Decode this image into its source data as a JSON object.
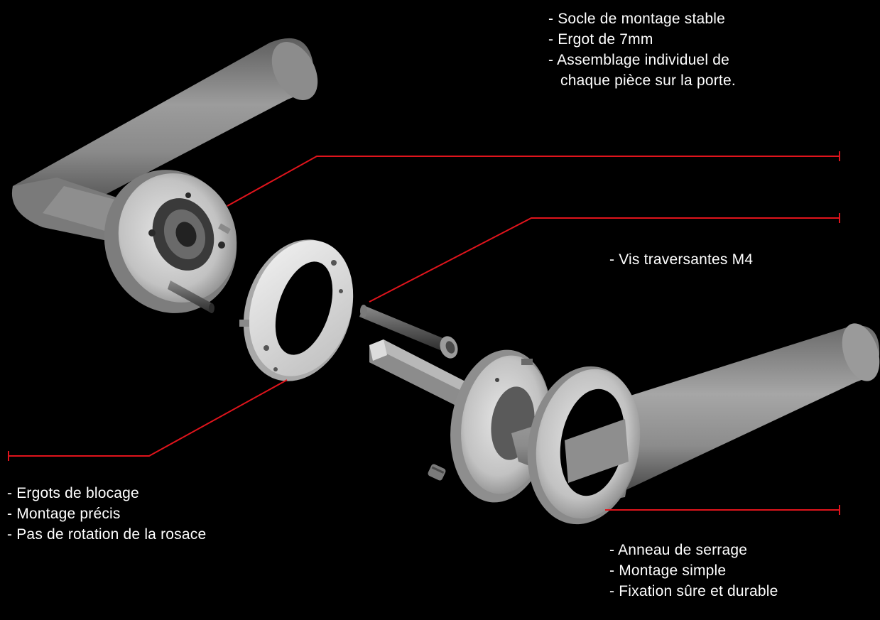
{
  "colors": {
    "background": "#000000",
    "text": "#ffffff",
    "leader_line": "#e0141c",
    "metal_light": "#d9d9d9",
    "metal_mid": "#9a9a9a",
    "metal_dark": "#4a4a4a"
  },
  "callouts": {
    "top": {
      "line1": "- Socle de montage stable",
      "line2": "- Ergot de 7mm",
      "line3": "- Assemblage individuel de",
      "line4": "chaque pièce sur la porte."
    },
    "middle": {
      "line1": "- Vis traversantes M4"
    },
    "left": {
      "line1": "- Ergots de blocage",
      "line2": "- Montage précis",
      "line3": "- Pas de rotation de la rosace"
    },
    "right": {
      "line1": "- Anneau de serrage",
      "line2": "- Montage simple",
      "line3": "- Fixation sûre et durable"
    }
  },
  "illustration": {
    "parts": [
      "left-lever-handle",
      "left-rose-base",
      "mounting-plate",
      "through-bolt-screw",
      "square-spindle",
      "right-rose-base",
      "clamping-ring",
      "right-lever-handle",
      "grub-screw"
    ]
  }
}
